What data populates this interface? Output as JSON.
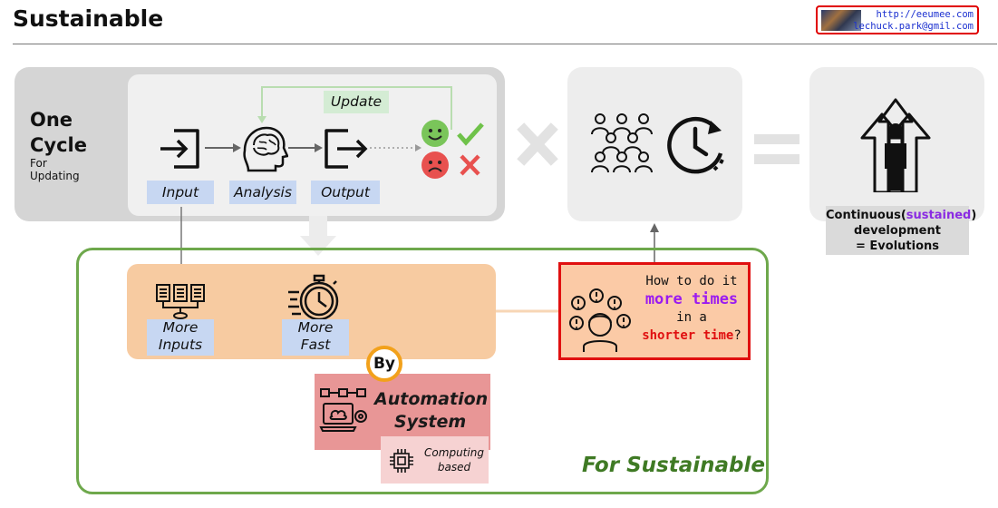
{
  "header": {
    "title": "Sustainable",
    "url": "http://eeumee.com",
    "email": "lechuck.park@gmil.com"
  },
  "one_cycle": {
    "title_line1": "One",
    "title_line2": "Cycle",
    "sub_line1": "For",
    "sub_line2": "Updating",
    "update_label": "Update",
    "steps": {
      "input": "Input",
      "analysis": "Analysis",
      "output": "Output"
    }
  },
  "evolution": {
    "line1_prefix": "Continuous(",
    "line1_highlight": "sustained",
    "line1_suffix": ")",
    "line2": "development",
    "line3": "= Evolutions"
  },
  "improvements": {
    "more_inputs_l1": "More",
    "more_inputs_l2": "Inputs",
    "more_fast_l1": "More",
    "more_fast_l2": "Fast"
  },
  "question": {
    "line1": "How to do it",
    "line2": "more times",
    "line3": "in a",
    "line4_highlight": "shorter time",
    "line4_suffix": "?"
  },
  "automation": {
    "by": "By",
    "line1": "Automation",
    "line2": "System",
    "computing_l1": "Computing",
    "computing_l2": "based"
  },
  "footer_label": "For Sustainable",
  "colors": {
    "accent_green": "#6ea84c",
    "red": "#e01010",
    "purple": "#9b1bf0",
    "orange": "#f7cba1",
    "blue_tag": "#c7d7f2"
  }
}
